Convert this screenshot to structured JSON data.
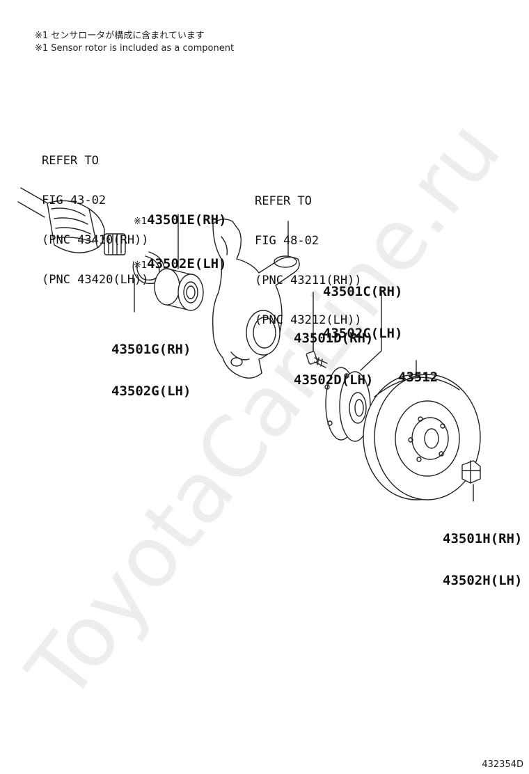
{
  "notes": [
    "※1 センサロータが構成に含まれています",
    "※1 Sensor rotor is included as a component"
  ],
  "watermark": "ToyotaCarLine.ru",
  "mark_symbol": "※1",
  "labels": {
    "drive_shaft_ref": [
      "REFER TO",
      "FIG 43-02",
      "(PNC 43410(RH))",
      "(PNC 43420(LH))"
    ],
    "bearing": [
      "43501E(RH)",
      "43502E(LH)"
    ],
    "knuckle_ref": [
      "REFER TO",
      "FIG 48-02",
      "(PNC 43211(RH))",
      "(PNC 43212(LH))"
    ],
    "snap_ring": [
      "43501G(RH)",
      "43502G(LH)"
    ],
    "hub": [
      "43501C(RH)",
      "43502C(LH)"
    ],
    "hub_bolt": [
      "43501D(RH)",
      "43502D(LH)"
    ],
    "disc": "43512",
    "nut": [
      "43501H(RH)",
      "43502H(LH)"
    ]
  },
  "figure_code": "432354D"
}
